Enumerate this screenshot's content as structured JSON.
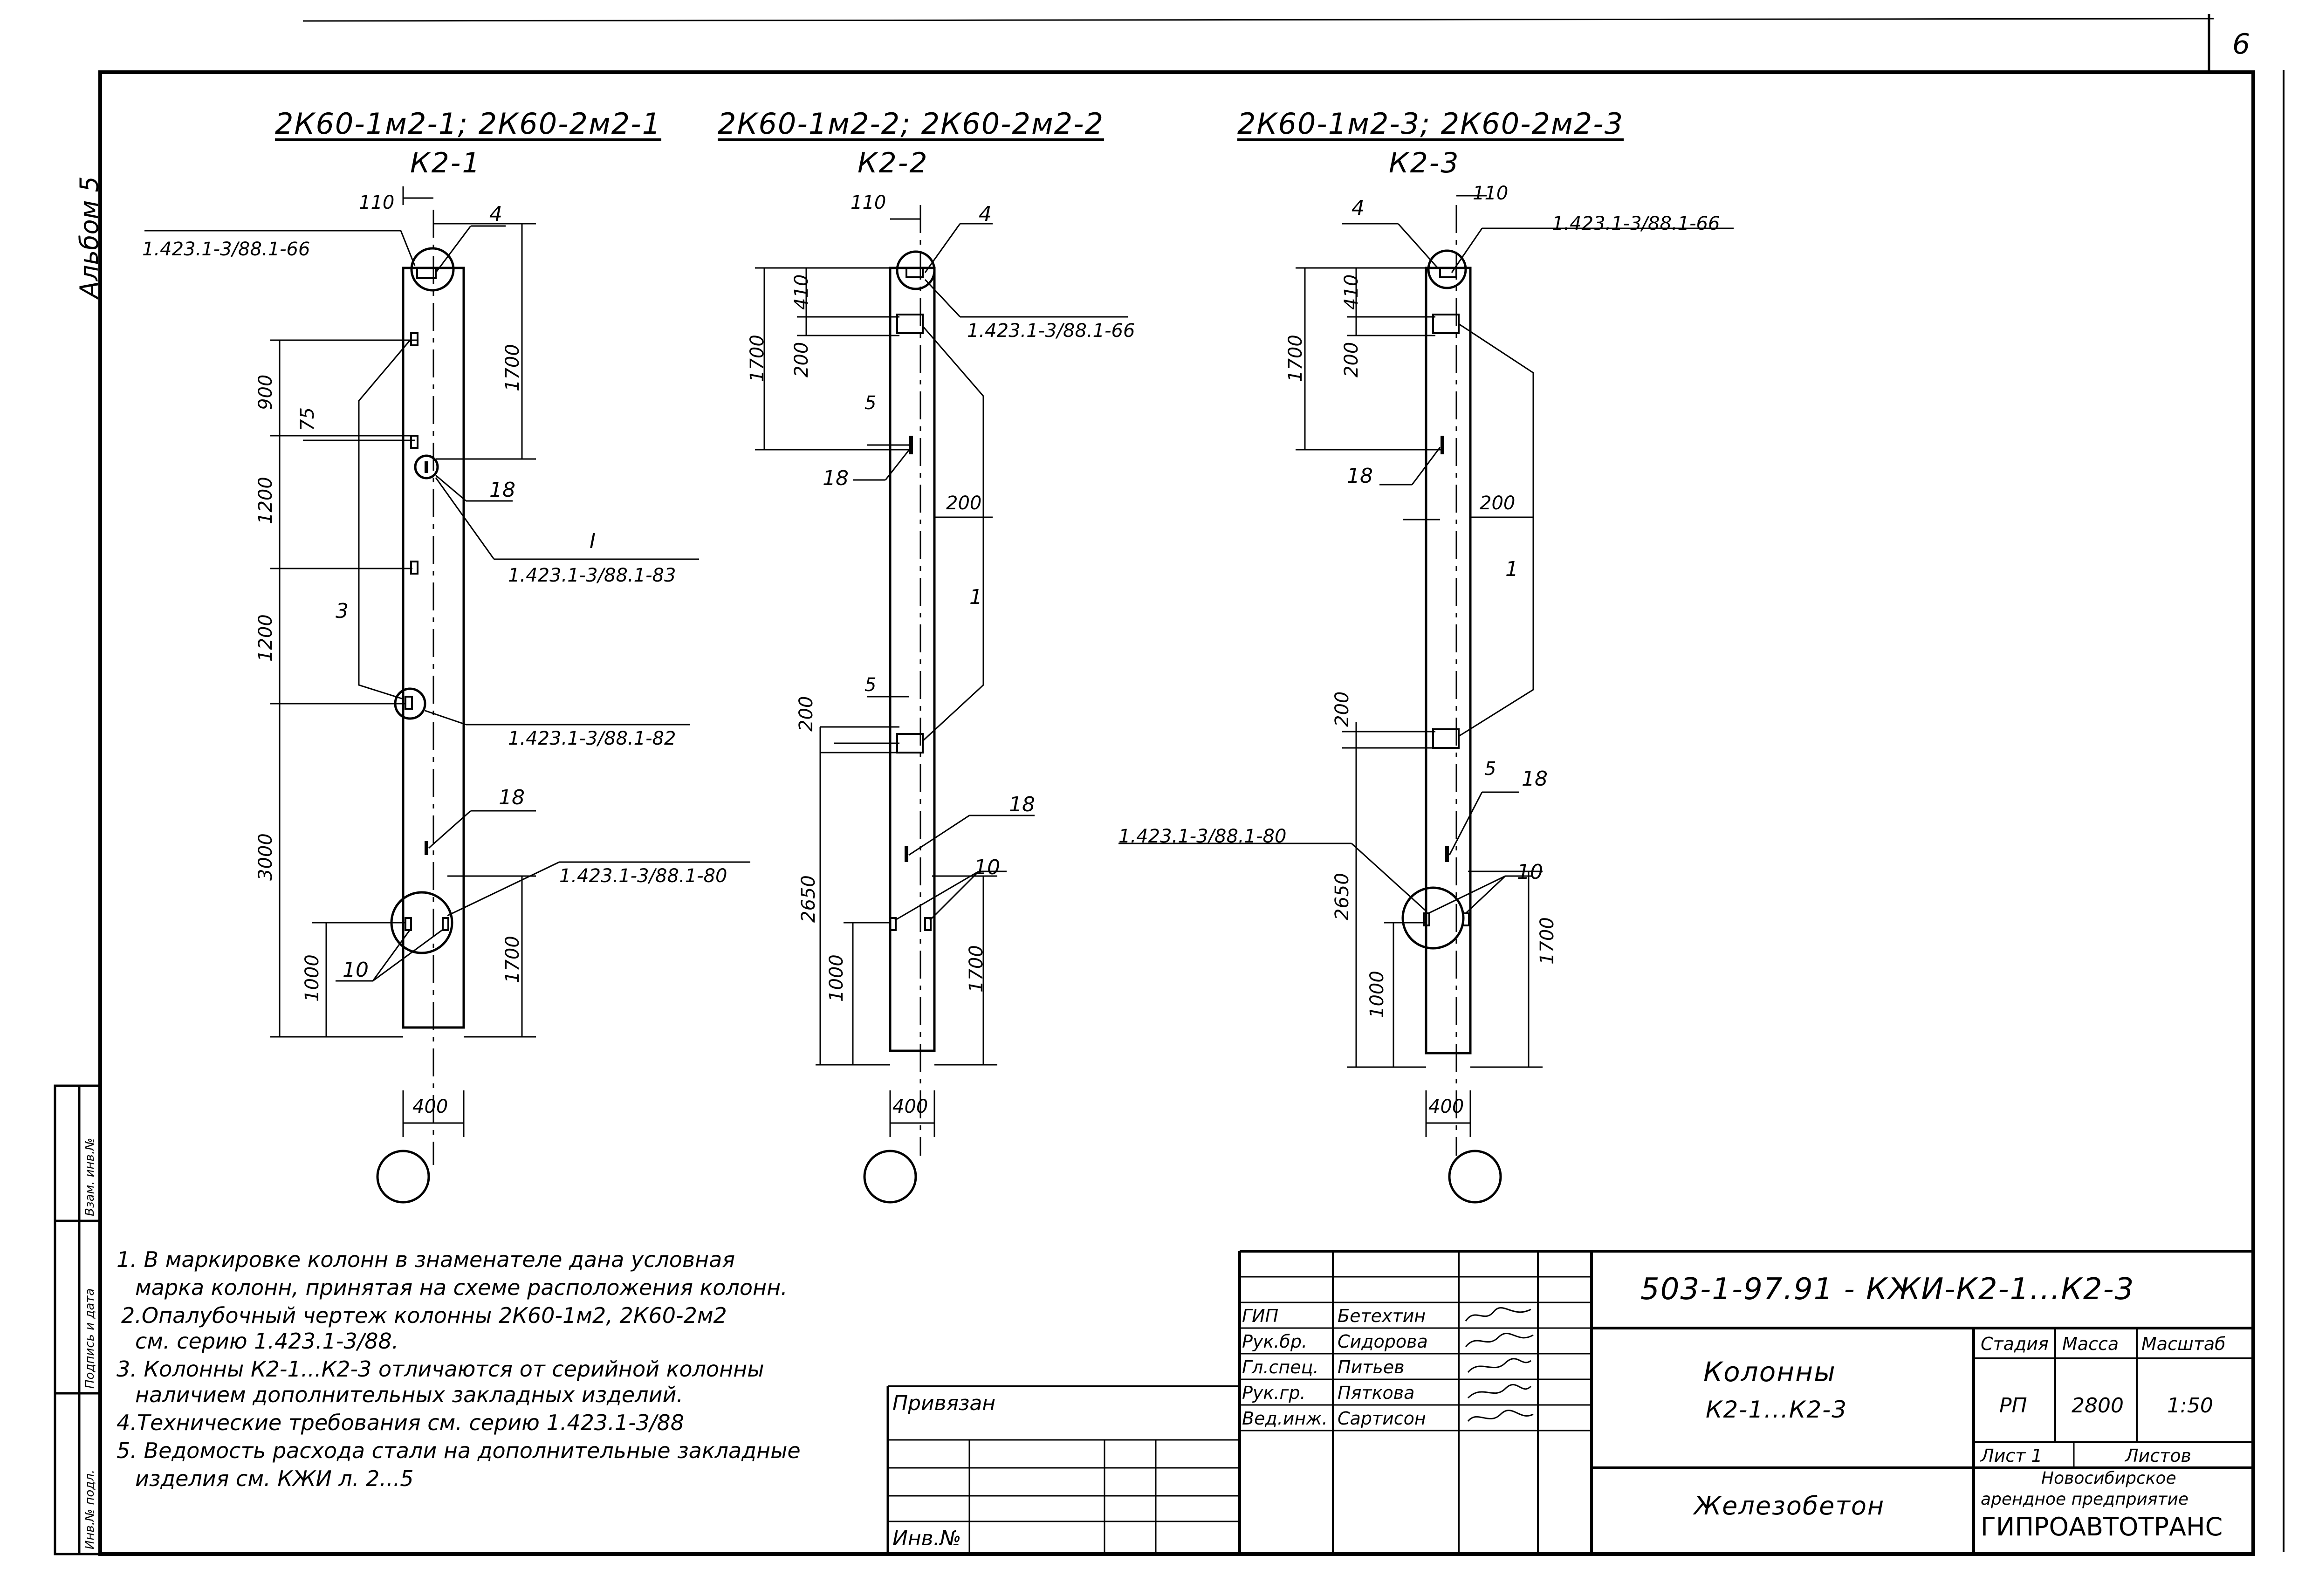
{
  "sheet": {
    "album": "Альбом 5",
    "page_number": "6",
    "side_stamp": [
      "Инв.№ подл.",
      "Подпись и дата",
      "Взам. инв.№"
    ]
  },
  "columns": [
    {
      "title": "2К60-1м2-1; 2К60-2м2-1",
      "label": "К2-1",
      "dims": [
        "110",
        "1700",
        "900",
        "75",
        "1200",
        "1200",
        "3000",
        "1000",
        "1700",
        "400"
      ],
      "positions": [
        "4",
        "18",
        "3",
        "18",
        "10",
        "I"
      ],
      "refs": [
        "1.423.1-3/88.1-66",
        "1.423.1-3/88.1-83",
        "1.423.1-3/88.1-82",
        "1.423.1-3/88.1-80"
      ]
    },
    {
      "title": "2К60-1м2-2; 2К60-2м2-2",
      "label": "К2-2",
      "dims": [
        "110",
        "410",
        "1700",
        "200",
        "5",
        "200",
        "5",
        "200",
        "2650",
        "1000",
        "1700",
        "400"
      ],
      "positions": [
        "4",
        "18",
        "1",
        "18",
        "10"
      ],
      "refs": [
        "1.423.1-3/88.1-66"
      ]
    },
    {
      "title": "2К60-1м2-3; 2К60-2м2-3",
      "label": "К2-3",
      "dims": [
        "110",
        "410",
        "1700",
        "200",
        "200",
        "200",
        "5",
        "2650",
        "1000",
        "1700",
        "400"
      ],
      "positions": [
        "4",
        "18",
        "1",
        "18",
        "10"
      ],
      "refs": [
        "1.423.1-3/88.1-66",
        "1.423.1-3/88.1-80"
      ]
    }
  ],
  "notes": [
    "1. В маркировке колонн в знаменателе дана условная",
    "марка колонн, принятая на схеме расположения колонн.",
    "2.Опалубочный чертеж колонны 2К60-1м2, 2К60-2м2",
    "см. серию 1.423.1-3/88.",
    "3. Колонны К2-1...К2-3 отличаются от серийной колонны",
    "наличием дополнительных закладных изделий.",
    "4.Технические требования см. серию 1.423.1-3/88",
    "5. Ведомость расхода стали на дополнительные закладные",
    "изделия см. КЖИ л. 2...5"
  ],
  "title_block": {
    "privyazan": "Привязан",
    "inv": "Инв.№",
    "designation": "503-1-97.91 - КЖИ-К2-1...К2-3",
    "name_line1": "Колонны",
    "name_line2": "К2-1...К2-3",
    "material": "Железобетон",
    "roles": [
      {
        "role": "ГИП",
        "name": "Бетехтин"
      },
      {
        "role": "Рук.бр.",
        "name": "Сидорова"
      },
      {
        "role": "Гл.спец.",
        "name": "Питьев"
      },
      {
        "role": "Рук.гр.",
        "name": "Пяткова"
      },
      {
        "role": "Вед.инж.",
        "name": "Сартисон"
      }
    ],
    "headers": {
      "stage": "Стадия",
      "mass": "Масса",
      "scale": "Масштаб"
    },
    "values": {
      "stage": "РП",
      "mass": "2800",
      "scale": "1:50"
    },
    "sheet_label": "Лист 1",
    "sheets_label": "Листов",
    "org_line1": "Новосибирское",
    "org_line2": "арендное предприятие",
    "org_line3": "ГИПРОАВТОТРАНС"
  }
}
